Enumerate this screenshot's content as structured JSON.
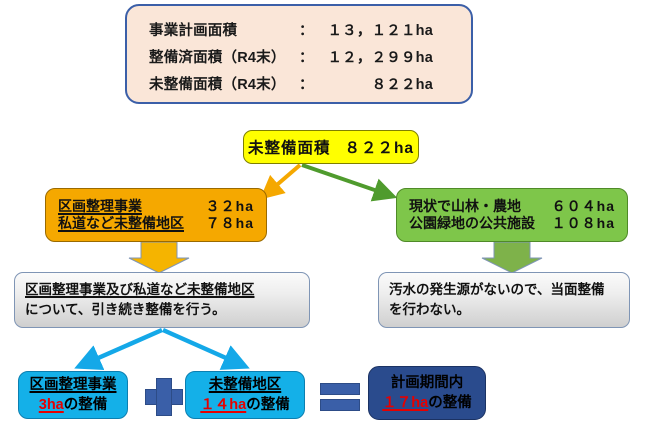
{
  "document": {
    "title": "未整備面積の内訳フロー図",
    "language": "ja"
  },
  "summary_panel": {
    "name": "事業計画面積サマリー",
    "background_color": "#FAE6D8",
    "border_color": "#3B5FA8",
    "rows": [
      {
        "label": "事業計画面積",
        "colon": "：",
        "value": "１３，１２１ha"
      },
      {
        "label": "整備済面積（R4末）",
        "colon": "：",
        "value": "１２，２９９ha"
      },
      {
        "label": "未整備面積（R4末）",
        "colon": "：",
        "value": "８２２ha"
      }
    ]
  },
  "flow": {
    "root": {
      "name": "未整備面積ルートボックス",
      "label": "未整備面積",
      "value": "８２２ha",
      "fill_color": "#FFFF00",
      "border_color": "#7F7F00"
    },
    "branch_left": {
      "name": "区画整理・私道など未整備地区ボックス",
      "fill_color": "#F5A800",
      "border_color": "#9A6A00",
      "rows": [
        {
          "label": "区画整理事業",
          "value": "３２ha",
          "underline": true
        },
        {
          "label": "私道など未整備地区",
          "value": "７８ha",
          "underline": true
        }
      ]
    },
    "branch_right": {
      "name": "山林農地・公園緑地ボックス",
      "fill_color": "#7EC64A",
      "border_color": "#4F8A28",
      "rows": [
        {
          "label": "現状で山林・農地",
          "value": "６０４ha",
          "underline": false
        },
        {
          "label": "公園緑地の公共施設",
          "value": "１０８ha",
          "underline": false
        }
      ]
    },
    "note_left": {
      "name": "左側方針ノート",
      "fill_color": "#EDEDED",
      "border_color": "#7F95B5",
      "lines": [
        {
          "text": "区画整理事業及び私道など未整備地区",
          "underline": true
        },
        {
          "text": "について、引き続き整備を行う。",
          "underline": false
        }
      ]
    },
    "note_right": {
      "name": "右側方針ノート",
      "fill_color": "#EDEDED",
      "border_color": "#7F95B5",
      "lines": [
        {
          "text": "汚水の発生源がないので、当面整備",
          "underline": false
        },
        {
          "text": "を行わない。",
          "underline": false
        }
      ]
    },
    "result_a": {
      "name": "区画整理事業整備量",
      "fill_color": "#14B0E8",
      "line1": "区画整理事業",
      "amount": "3ha",
      "suffix": "の整備",
      "amount_color": "#E60000"
    },
    "result_b": {
      "name": "未整備地区整備量",
      "fill_color": "#14B0E8",
      "line1": "未整備地区",
      "amount": "１４ha",
      "suffix": "の整備",
      "amount_color": "#E60000"
    },
    "result_total": {
      "name": "計画期間内合計整備量",
      "fill_color": "#2A4B8D",
      "line1": "計画期間内",
      "amount": "１７ha",
      "suffix": "の整備",
      "amount_color": "#E60000"
    },
    "operators": {
      "plus": "＋",
      "equals": "＝",
      "color": "#3A5FA8"
    },
    "arrows": {
      "root_to_left": {
        "name": "ルートから左分岐への矢印",
        "color": "#F5A800"
      },
      "root_to_right": {
        "name": "ルートから右分岐への矢印",
        "color": "#4F9B2D"
      },
      "left_branch_to_note": {
        "name": "左分岐からノートへのブロック矢印",
        "color": "#F5B400"
      },
      "right_branch_to_note": {
        "name": "右分岐からノートへのブロック矢印",
        "color": "#7EB24A"
      },
      "note_to_result_a": {
        "name": "ノートから区画整理結果への矢印",
        "color": "#14A8E8"
      },
      "note_to_result_b": {
        "name": "ノートから未整備地区結果への矢印",
        "color": "#14A8E8"
      }
    }
  }
}
